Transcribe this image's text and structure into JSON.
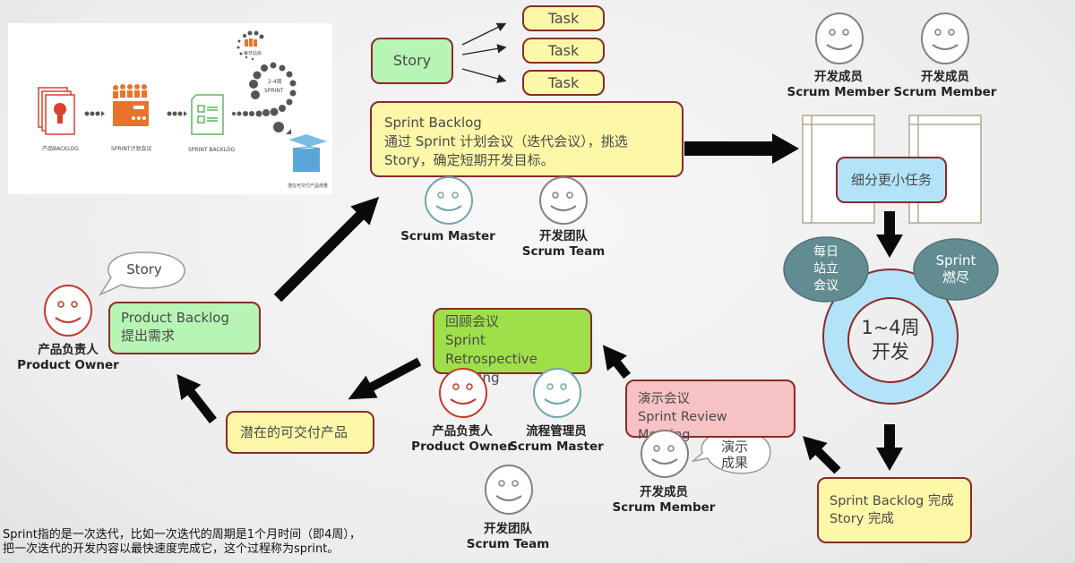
{
  "inset_image": {
    "steps": [
      {
        "label": "产品BACKLOG",
        "icon": "lightbulb-document-icon"
      },
      {
        "label": "SPRINT计划会议",
        "icon": "team-planning-icon"
      },
      {
        "label": "SPRINT BACKLOG",
        "icon": "checklist-icon"
      }
    ],
    "daily_meeting_label": "每日站会",
    "sprint_cycle_label": "2-4周",
    "sprint_label": "SPRINT",
    "output_label": "潜在可交付产品增量",
    "colors": {
      "red": "#d9412d",
      "orange": "#e8732a",
      "green": "#5cb85c",
      "dots": "#555555",
      "box": "#5aa6da"
    }
  },
  "story_box": {
    "label": "Story"
  },
  "tasks": [
    {
      "label": "Task"
    },
    {
      "label": "Task"
    },
    {
      "label": "Task"
    }
  ],
  "sprint_backlog": {
    "title": "Sprint Backlog",
    "line1": "通过 Sprint 计划会议（迭代会议），挑选",
    "line2": "Story，确定短期开发目标。"
  },
  "planning_roles": [
    {
      "cn": "",
      "en": "Scrum Master",
      "color": "#6fa6b0"
    },
    {
      "cn": "开发团队",
      "en": "Scrum Team",
      "color": "#8a7d7d"
    }
  ],
  "members": [
    {
      "cn": "开发成员",
      "en": "Scrum Member",
      "color": "#8a7d7d"
    },
    {
      "cn": "开发成员",
      "en": "Scrum Member",
      "color": "#8a7d7d"
    }
  ],
  "subdivide_box": {
    "label": "细分更小任务"
  },
  "daily_standup": {
    "label_lines": [
      "每日",
      "站立",
      "会议"
    ]
  },
  "burndown": {
    "label_lines": [
      "Sprint",
      "燃尽"
    ]
  },
  "dev_cycle": {
    "line1": "1~4周",
    "line2": "开发"
  },
  "backlog_done": {
    "line1": "Sprint Backlog 完成",
    "line2": "Story 完成"
  },
  "review_meeting": {
    "line1": "演示会议",
    "line2": "Sprint Review Meeting",
    "member": {
      "cn": "开发成员",
      "en": "Scrum Member"
    },
    "bubble_lines": [
      "演示",
      "成果"
    ]
  },
  "retro_meeting": {
    "line1": "回顾会议",
    "line2": "Sprint Retrospective",
    "line3": "Meeting",
    "roles": [
      {
        "cn": "产品负责人",
        "en": "Product Owner",
        "color": "#c0392b"
      },
      {
        "cn": "流程管理员",
        "en": "Scrum Master",
        "color": "#6fa6b0"
      },
      {
        "cn": "开发团队",
        "en": "Scrum Team",
        "color": "#8a7d7d"
      }
    ]
  },
  "deliverable": {
    "label": "潜在的可交付产品"
  },
  "product_backlog": {
    "line1": "Product Backlog",
    "line2": "提出需求"
  },
  "product_owner": {
    "cn": "产品负责人",
    "en": "Product Owner",
    "bubble": "Story"
  },
  "caption": {
    "line1": "Sprint指的是一次迭代，比如一次迭代的周期是1个月时间（即4周），",
    "line2": "把一次迭代的开发内容以最快速度完成它，这个过程称为sprint。"
  }
}
